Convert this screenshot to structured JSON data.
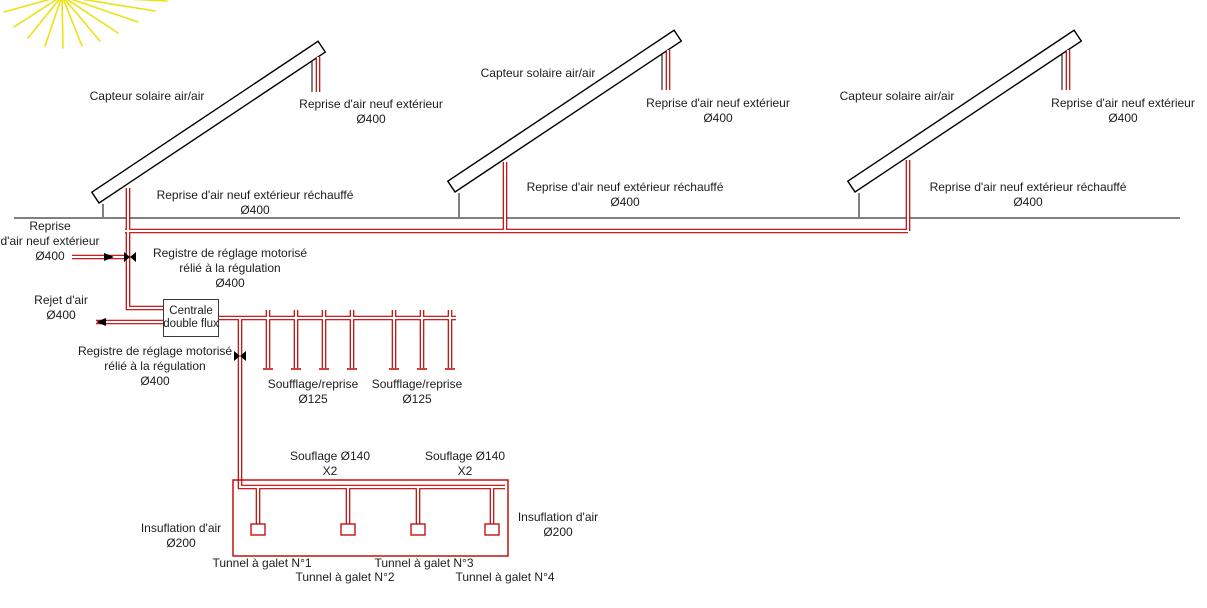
{
  "colors": {
    "duct_red": "#c00000",
    "line_black": "#000000",
    "sun_yellow": "#ece213",
    "text": "#1c1c1c"
  },
  "collectors": [
    {
      "label": "Capteur solaire air/air"
    },
    {
      "label": "Capteur solaire air/air"
    },
    {
      "label": "Capteur solaire air/air"
    }
  ],
  "fresh_air_intake_labels": [
    {
      "line1": "Reprise d'air neuf extérieur",
      "diameter": "Ø400"
    },
    {
      "line1": "Reprise d'air neuf extérieur",
      "diameter": "Ø400"
    },
    {
      "line1": "Reprise d'air neuf extérieur",
      "diameter": "Ø400"
    }
  ],
  "heated_air_labels": [
    {
      "line1": "Reprise d'air neuf extérieur réchauffé",
      "diameter": "Ø400"
    },
    {
      "line1": "Reprise d'air neuf extérieur réchauffé",
      "diameter": "Ø400"
    },
    {
      "line1": "Reprise d'air neuf extérieur réchauffé",
      "diameter": "Ø400"
    }
  ],
  "left_intake_label": {
    "line1": "Reprise",
    "line2": "d'air neuf extérieur",
    "diameter": "Ø400"
  },
  "register_top_label": {
    "line1": "Registre de réglage motorisé",
    "line2": "rélié à la régulation",
    "diameter": "Ø400"
  },
  "exhaust_label": {
    "line1": "Rejet d'air",
    "diameter": "Ø400"
  },
  "ahu_box": {
    "line1": "Centrale",
    "line2": "double flux"
  },
  "register_bottom_label": {
    "line1": "Registre de réglage motorisé",
    "line2": "rélié à la régulation",
    "diameter": "Ø400"
  },
  "supply_return_labels": [
    {
      "line1": "Soufflage/reprise",
      "diameter": "Ø125"
    },
    {
      "line1": "Soufflage/reprise",
      "diameter": "Ø125"
    }
  ],
  "supply140_labels": [
    {
      "line1": "Souflage Ø140",
      "line2": "X2"
    },
    {
      "line1": "Souflage Ø140",
      "line2": "X2"
    }
  ],
  "insufflation_labels": [
    {
      "line1": "Insuflation d'air",
      "diameter": "Ø200"
    },
    {
      "line1": "Insuflation d'air",
      "diameter": "Ø200"
    }
  ],
  "tunnels": [
    {
      "label": "Tunnel à galet N°1"
    },
    {
      "label": "Tunnel à galet N°2"
    },
    {
      "label": "Tunnel à galet N°3"
    },
    {
      "label": "Tunnel à galet N°4"
    }
  ]
}
